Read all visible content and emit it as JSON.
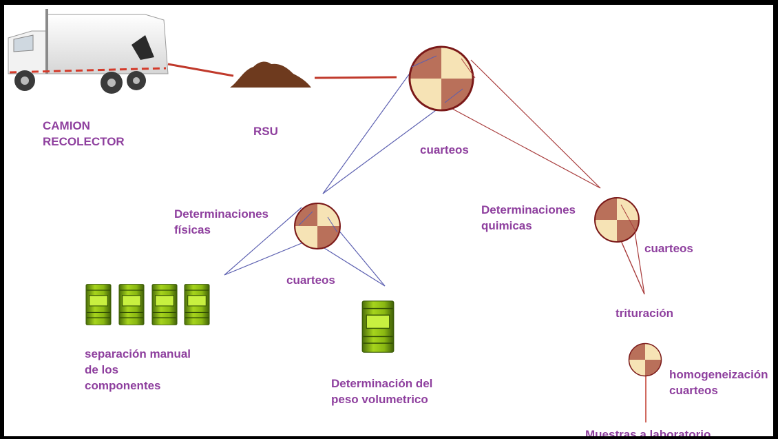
{
  "labels": {
    "truck_line1": "CAMION",
    "truck_line2": "RECOLECTOR",
    "rsu": "RSU",
    "cuarteos_main": "cuarteos",
    "fisicas_line1": "Determinaciones",
    "fisicas_line2": "físicas",
    "cuarteos_fisicas": "cuarteos",
    "quimicas_line1": "Determinaciones",
    "quimicas_line2": "quimicas",
    "cuarteos_quimicas": "cuarteos",
    "trituracion": "trituración",
    "separacion_line1": "separación manual",
    "separacion_line2": "de los",
    "separacion_line3": "componentes",
    "peso_line1": "Determinación del",
    "peso_line2": "peso volumetrico",
    "homog_line1": "homogeneización",
    "homog_line2": "cuarteos",
    "muestras": "Muestras a laboratorio"
  },
  "colors": {
    "label_text": "#8e3f9e",
    "quarter_dark": "#b9705a",
    "quarter_light": "#f6e3b5",
    "circle_border": "#7a1818",
    "line_red": "#c0392b",
    "line_dark_red": "#a83c3c",
    "line_blue": "#5b5fb0",
    "pile": "#6e3a1e",
    "bin_green": "#9ccc1a"
  }
}
